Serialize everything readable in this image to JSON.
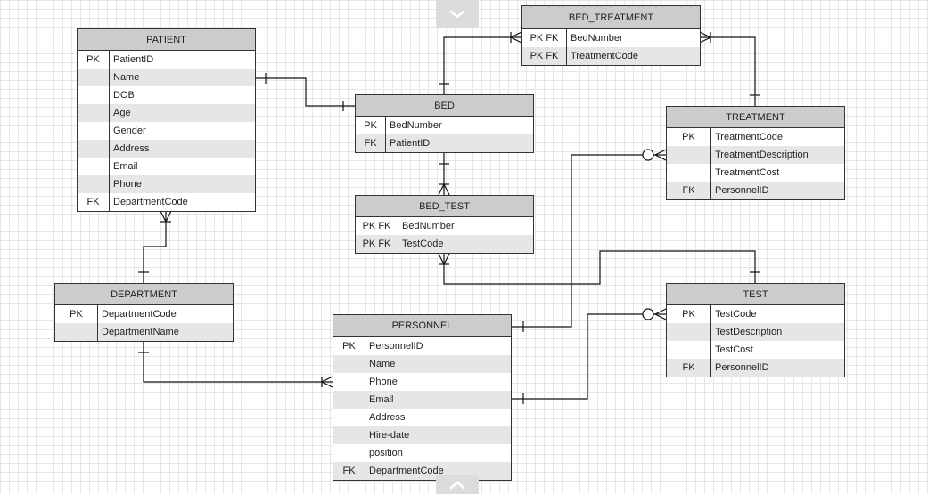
{
  "entities": {
    "patient": {
      "title": "PATIENT",
      "rows": [
        {
          "key": "PK",
          "field": "PatientID"
        },
        {
          "key": "",
          "field": "Name"
        },
        {
          "key": "",
          "field": "DOB"
        },
        {
          "key": "",
          "field": "Age"
        },
        {
          "key": "",
          "field": "Gender"
        },
        {
          "key": "",
          "field": "Address"
        },
        {
          "key": "",
          "field": "Email"
        },
        {
          "key": "",
          "field": "Phone"
        },
        {
          "key": "FK",
          "field": "DepartmentCode"
        }
      ]
    },
    "bed": {
      "title": "BED",
      "rows": [
        {
          "key": "PK",
          "field": "BedNumber"
        },
        {
          "key": "FK",
          "field": "PatientID"
        }
      ]
    },
    "bed_treatment": {
      "title": "BED_TREATMENT",
      "rows": [
        {
          "key": "PK  FK",
          "field": "BedNumber"
        },
        {
          "key": "PK FK",
          "field": "TreatmentCode"
        }
      ]
    },
    "treatment": {
      "title": "TREATMENT",
      "rows": [
        {
          "key": "PK",
          "field": "TreatmentCode"
        },
        {
          "key": "",
          "field": "TreatmentDescription"
        },
        {
          "key": "",
          "field": "TreatmentCost"
        },
        {
          "key": "FK",
          "field": "PersonnelID"
        }
      ]
    },
    "bed_test": {
      "title": "BED_TEST",
      "rows": [
        {
          "key": "PK  FK",
          "field": "BedNumber"
        },
        {
          "key": "PK FK",
          "field": "TestCode"
        }
      ]
    },
    "department": {
      "title": "DEPARTMENT",
      "rows": [
        {
          "key": "PK",
          "field": "DepartmentCode"
        },
        {
          "key": "",
          "field": "DepartmentName"
        }
      ]
    },
    "personnel": {
      "title": "PERSONNEL",
      "rows": [
        {
          "key": "PK",
          "field": "PersonnelID"
        },
        {
          "key": "",
          "field": "Name"
        },
        {
          "key": "",
          "field": "Phone"
        },
        {
          "key": "",
          "field": "Email"
        },
        {
          "key": "",
          "field": "Address"
        },
        {
          "key": "",
          "field": "Hire-date"
        },
        {
          "key": "",
          "field": "position"
        },
        {
          "key": "FK",
          "field": "DepartmentCode"
        }
      ]
    },
    "test": {
      "title": "TEST",
      "rows": [
        {
          "key": "PK",
          "field": "TestCode"
        },
        {
          "key": "",
          "field": "TestDescription"
        },
        {
          "key": "",
          "field": "TestCost"
        },
        {
          "key": "FK",
          "field": "PersonnelID"
        }
      ]
    }
  },
  "relationships": [
    {
      "from": "patient",
      "to": "bed",
      "from_end": "one",
      "to_end": "one"
    },
    {
      "from": "bed",
      "to": "bed_treatment",
      "from_end": "one",
      "to_end": "many"
    },
    {
      "from": "treatment",
      "to": "bed_treatment",
      "from_end": "one",
      "to_end": "many"
    },
    {
      "from": "bed",
      "to": "bed_test",
      "from_end": "one",
      "to_end": "many"
    },
    {
      "from": "test",
      "to": "bed_test",
      "from_end": "one",
      "to_end": "many"
    },
    {
      "from": "department",
      "to": "patient",
      "from_end": "one",
      "to_end": "many"
    },
    {
      "from": "department",
      "to": "personnel",
      "from_end": "one",
      "to_end": "many"
    },
    {
      "from": "personnel",
      "to": "treatment",
      "from_end": "one",
      "to_end": "zero-or-many"
    },
    {
      "from": "personnel",
      "to": "test",
      "from_end": "one",
      "to_end": "zero-or-many"
    }
  ],
  "ui": {
    "top_tab_icon": "chevron-down-icon",
    "bottom_tab_icon": "chevron-up-icon"
  }
}
